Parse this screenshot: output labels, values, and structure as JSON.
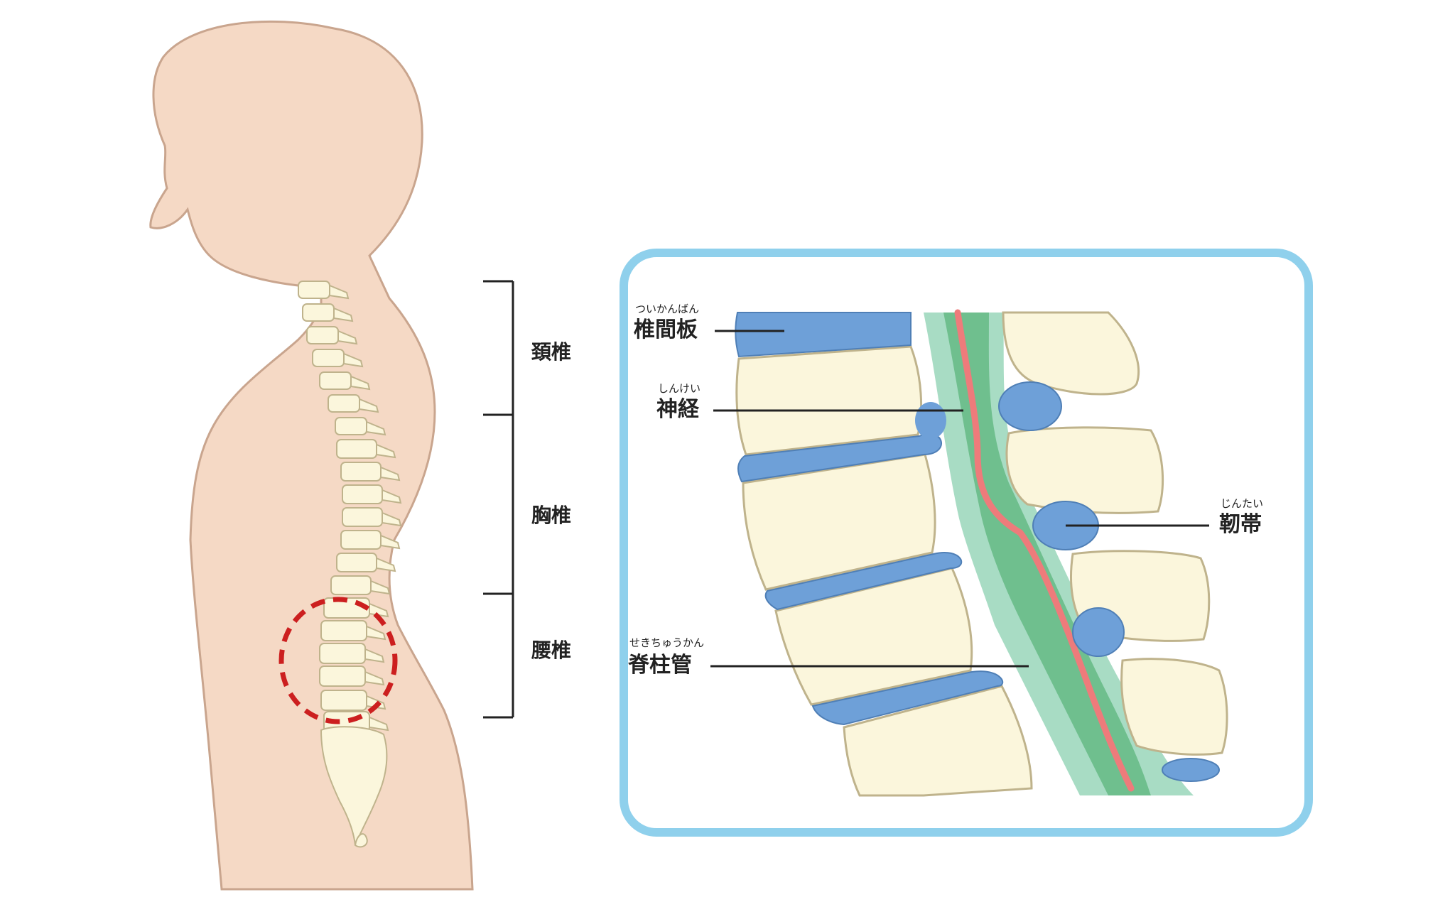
{
  "regions": {
    "cervical": "頚椎",
    "thoracic": "胸椎",
    "lumbar": "腰椎"
  },
  "callouts": {
    "disc": {
      "label": "椎間板",
      "reading": "ついかんばん"
    },
    "nerve": {
      "label": "神経",
      "reading": "しんけい"
    },
    "ligament": {
      "label": "靭帯",
      "reading": "じんたい"
    },
    "canal": {
      "label": "脊柱管",
      "reading": "せきちゅうかん"
    }
  },
  "colors": {
    "skin": "#f5d9c5",
    "skin_outline": "#c9a58e",
    "bone": "#fbf6dc",
    "bone_outline": "#bfb38c",
    "disc": "#6ea0d8",
    "canal": "#a8dcc4",
    "canal_dark": "#6fbf8e",
    "nerve": "#ee7b7b",
    "frame": "#8fd0ec",
    "highlight": "#cc1f1f",
    "bracket": "#222222"
  }
}
